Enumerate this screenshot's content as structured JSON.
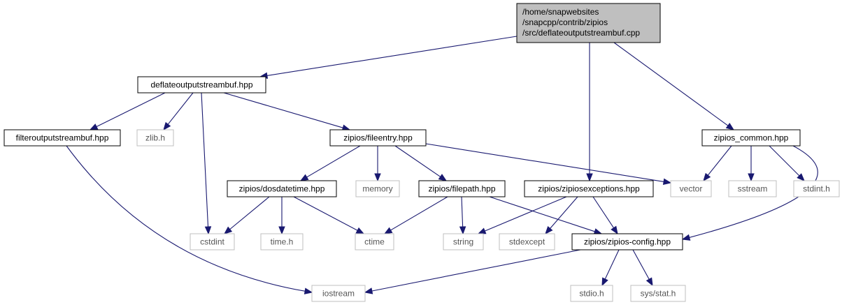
{
  "colors": {
    "edge": "#191970",
    "root_fill": "#bfbfbf",
    "node_border": "#000000",
    "external_border": "#bfbfbf",
    "external_text": "#555555"
  },
  "nodes": [
    {
      "id": "root",
      "lines": [
        "/home/snapwebsites",
        "/snapcpp/contrib/zipios",
        "/src/deflateoutputstreambuf.cpp"
      ],
      "kind": "root"
    },
    {
      "id": "deflateoutputstreambuf_hpp",
      "lines": [
        "deflateoutputstreambuf.hpp"
      ],
      "kind": "header"
    },
    {
      "id": "zipios_common_hpp",
      "lines": [
        "zipios_common.hpp"
      ],
      "kind": "header"
    },
    {
      "id": "filteroutputstreambuf_hpp",
      "lines": [
        "filteroutputstreambuf.hpp"
      ],
      "kind": "header"
    },
    {
      "id": "zlib_h",
      "lines": [
        "zlib.h"
      ],
      "kind": "external"
    },
    {
      "id": "zipios_fileentry_hpp",
      "lines": [
        "zipios/fileentry.hpp"
      ],
      "kind": "header"
    },
    {
      "id": "zipios_dosdatetime_hpp",
      "lines": [
        "zipios/dosdatetime.hpp"
      ],
      "kind": "header"
    },
    {
      "id": "memory",
      "lines": [
        "memory"
      ],
      "kind": "external"
    },
    {
      "id": "zipios_filepath_hpp",
      "lines": [
        "zipios/filepath.hpp"
      ],
      "kind": "header"
    },
    {
      "id": "zipios_zipiosexceptions_hpp",
      "lines": [
        "zipios/zipiosexceptions.hpp"
      ],
      "kind": "header"
    },
    {
      "id": "vector",
      "lines": [
        "vector"
      ],
      "kind": "external"
    },
    {
      "id": "sstream",
      "lines": [
        "sstream"
      ],
      "kind": "external"
    },
    {
      "id": "stdint_h",
      "lines": [
        "stdint.h"
      ],
      "kind": "external"
    },
    {
      "id": "cstdint",
      "lines": [
        "cstdint"
      ],
      "kind": "external"
    },
    {
      "id": "time_h",
      "lines": [
        "time.h"
      ],
      "kind": "external"
    },
    {
      "id": "ctime",
      "lines": [
        "ctime"
      ],
      "kind": "external"
    },
    {
      "id": "string",
      "lines": [
        "string"
      ],
      "kind": "external"
    },
    {
      "id": "stdexcept",
      "lines": [
        "stdexcept"
      ],
      "kind": "external"
    },
    {
      "id": "zipios_config_hpp",
      "lines": [
        "zipios/zipios-config.hpp"
      ],
      "kind": "header"
    },
    {
      "id": "iostream",
      "lines": [
        "iostream"
      ],
      "kind": "external"
    },
    {
      "id": "stdio_h",
      "lines": [
        "stdio.h"
      ],
      "kind": "external"
    },
    {
      "id": "sys_stat_h",
      "lines": [
        "sys/stat.h"
      ],
      "kind": "external"
    }
  ],
  "edges": [
    {
      "from": "root",
      "to": "deflateoutputstreambuf_hpp"
    },
    {
      "from": "root",
      "to": "zipios_zipiosexceptions_hpp"
    },
    {
      "from": "root",
      "to": "zipios_common_hpp"
    },
    {
      "from": "deflateoutputstreambuf_hpp",
      "to": "filteroutputstreambuf_hpp"
    },
    {
      "from": "deflateoutputstreambuf_hpp",
      "to": "zlib_h"
    },
    {
      "from": "deflateoutputstreambuf_hpp",
      "to": "cstdint"
    },
    {
      "from": "deflateoutputstreambuf_hpp",
      "to": "zipios_fileentry_hpp"
    },
    {
      "from": "filteroutputstreambuf_hpp",
      "to": "iostream"
    },
    {
      "from": "zipios_fileentry_hpp",
      "to": "zipios_dosdatetime_hpp"
    },
    {
      "from": "zipios_fileentry_hpp",
      "to": "memory"
    },
    {
      "from": "zipios_fileentry_hpp",
      "to": "zipios_filepath_hpp"
    },
    {
      "from": "zipios_fileentry_hpp",
      "to": "vector"
    },
    {
      "from": "zipios_dosdatetime_hpp",
      "to": "cstdint"
    },
    {
      "from": "zipios_dosdatetime_hpp",
      "to": "time_h"
    },
    {
      "from": "zipios_dosdatetime_hpp",
      "to": "ctime"
    },
    {
      "from": "zipios_filepath_hpp",
      "to": "ctime"
    },
    {
      "from": "zipios_filepath_hpp",
      "to": "string"
    },
    {
      "from": "zipios_filepath_hpp",
      "to": "zipios_config_hpp"
    },
    {
      "from": "zipios_zipiosexceptions_hpp",
      "to": "string"
    },
    {
      "from": "zipios_zipiosexceptions_hpp",
      "to": "stdexcept"
    },
    {
      "from": "zipios_zipiosexceptions_hpp",
      "to": "zipios_config_hpp"
    },
    {
      "from": "zipios_common_hpp",
      "to": "vector"
    },
    {
      "from": "zipios_common_hpp",
      "to": "sstream"
    },
    {
      "from": "zipios_common_hpp",
      "to": "stdint_h"
    },
    {
      "from": "zipios_common_hpp",
      "to": "zipios_config_hpp"
    },
    {
      "from": "zipios_config_hpp",
      "to": "iostream"
    },
    {
      "from": "zipios_config_hpp",
      "to": "stdio_h"
    },
    {
      "from": "zipios_config_hpp",
      "to": "sys_stat_h"
    }
  ]
}
